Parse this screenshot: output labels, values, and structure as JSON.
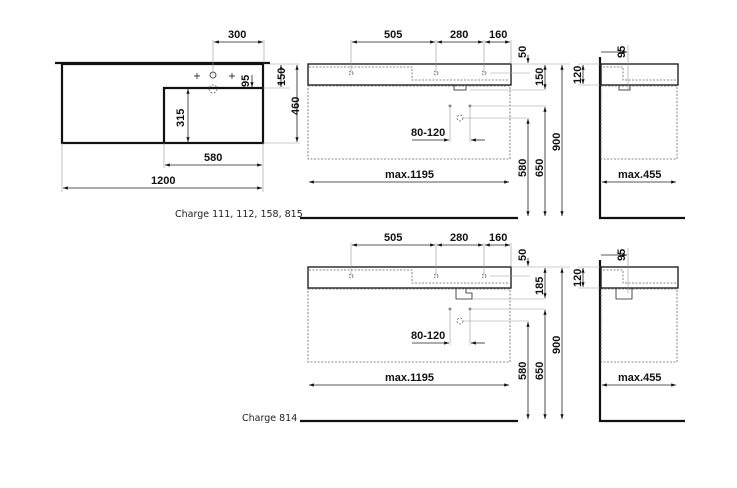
{
  "top_view": {
    "d_tap_offset": "300",
    "d_rim": "150",
    "d_depth": "460",
    "d_tap_to_bowl": "95",
    "d_bowl_depth": "315",
    "d_bowl_width": "580",
    "d_width": "1200"
  },
  "row1": {
    "caption": "Charge 111, 112, 158, 815",
    "front": {
      "d_505": "505",
      "d_280": "280",
      "d_160": "160",
      "d_50": "50",
      "d_waste": "150",
      "d_900": "900",
      "d_650": "650",
      "d_580": "580",
      "d_80_120": "80-120",
      "d_max_width": "max.1195"
    },
    "side": {
      "d_120": "120",
      "d_95": "95",
      "d_max_depth": "max.455"
    }
  },
  "row2": {
    "caption": "Charge 814",
    "front": {
      "d_505": "505",
      "d_280": "280",
      "d_160": "160",
      "d_50": "50",
      "d_waste": "185",
      "d_900": "900",
      "d_650": "650",
      "d_580": "580",
      "d_80_120": "80-120",
      "d_max_width": "max.1195"
    },
    "side": {
      "d_120": "120",
      "d_95": "95",
      "d_max_depth": "max.455"
    }
  }
}
